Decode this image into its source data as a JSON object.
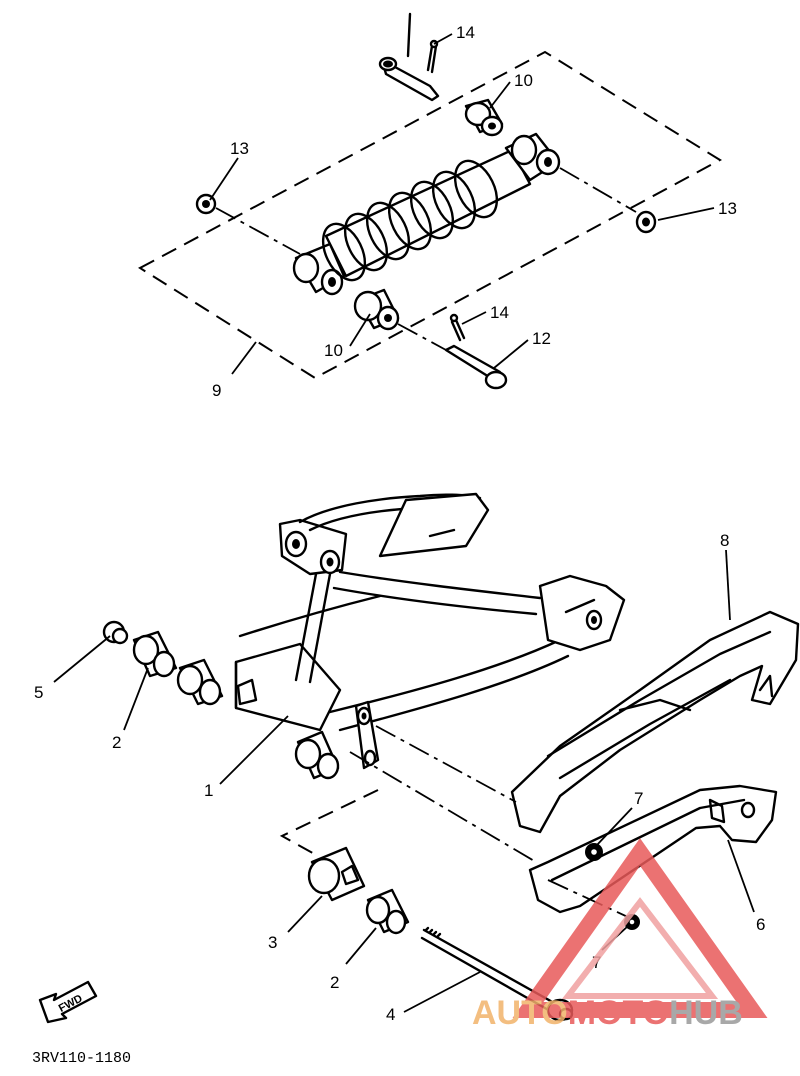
{
  "diagram": {
    "drawing_code": "3RV110-1180",
    "fwd_label": "FWD",
    "callouts": {
      "c1": "1",
      "c2a": "2",
      "c2b": "2",
      "c3": "3",
      "c4": "4",
      "c5": "5",
      "c6": "6",
      "c7a": "7",
      "c7b": "7",
      "c8": "8",
      "c9": "9",
      "c10a": "10",
      "c10b": "10",
      "c12": "12",
      "c13a": "13",
      "c13b": "13",
      "c14a": "14",
      "c14b": "14"
    }
  },
  "watermark": {
    "part1": "AUTO",
    "part2": "MOTO",
    "part3": "HUB",
    "colors": {
      "orange": "#f2b36b",
      "red": "#e85a5a",
      "gray": "#9a9a9a"
    }
  }
}
